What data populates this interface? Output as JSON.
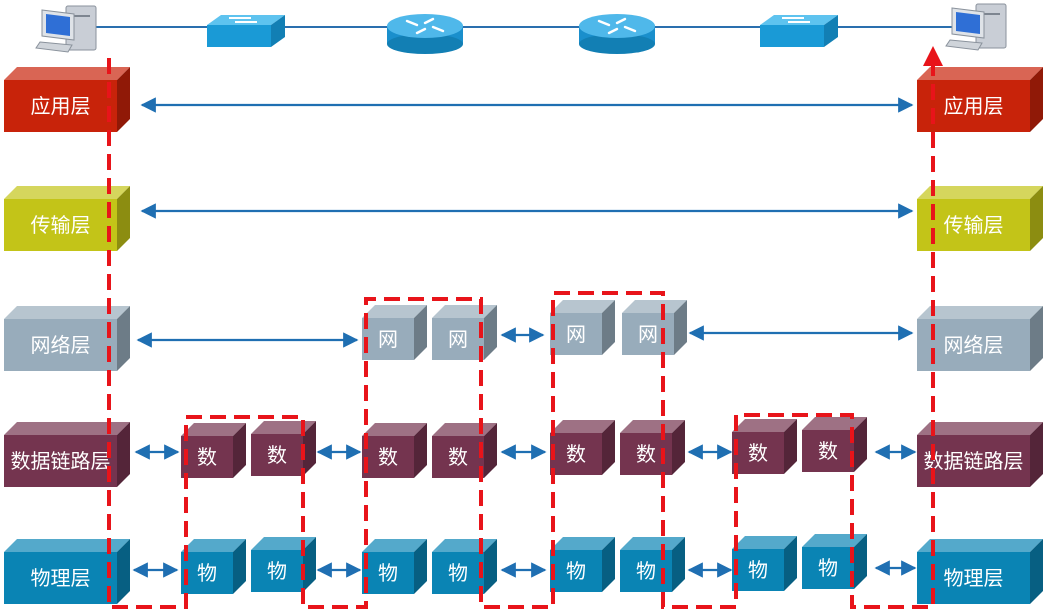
{
  "colors": {
    "application": "#c8230a",
    "transport": "#c3c418",
    "network": "#98acbb",
    "datalink": "#74344f",
    "physical": "#0a84b4",
    "arrow": "#1f6fb2",
    "path": "#e8141a",
    "link": "#2a6fae"
  },
  "devices": [
    {
      "type": "host",
      "icon": "computer-icon"
    },
    {
      "type": "switch",
      "icon": "switch-icon"
    },
    {
      "type": "router",
      "icon": "router-icon"
    },
    {
      "type": "router",
      "icon": "router-icon"
    },
    {
      "type": "switch",
      "icon": "switch-icon"
    },
    {
      "type": "host",
      "icon": "computer-icon"
    }
  ],
  "layers": {
    "application": "应用层",
    "transport": "传输层",
    "network": "网络层",
    "datalink": "数据链路层",
    "physical": "物理层"
  },
  "short_labels": {
    "network": "网",
    "datalink": "数",
    "physical": "物"
  }
}
